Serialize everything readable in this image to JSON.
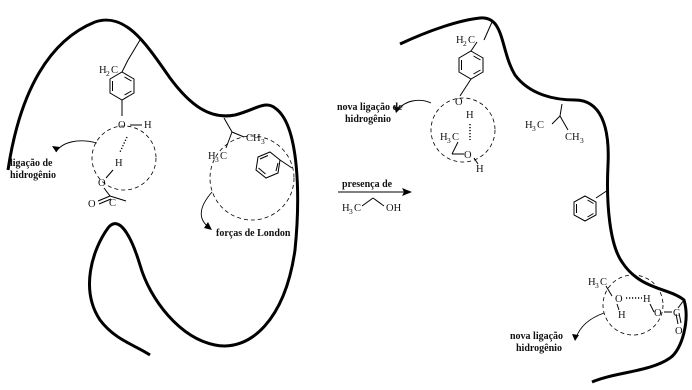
{
  "labels": {
    "left_hbond_line1": "ligação de",
    "left_hbond_line2": "hidrogênio",
    "london": "forças de London",
    "arrow_label": "presença de",
    "right_top_line1": "nova ligação de",
    "right_top_line2": "hidrogênio",
    "right_bottom_line1": "nova ligação",
    "right_bottom_line2": "hidrogênio"
  },
  "atoms": {
    "O": "O",
    "H": "H",
    "OH": "OH",
    "C": "C",
    "CH": "CH",
    "sub2": "2",
    "sub3": "3"
  }
}
